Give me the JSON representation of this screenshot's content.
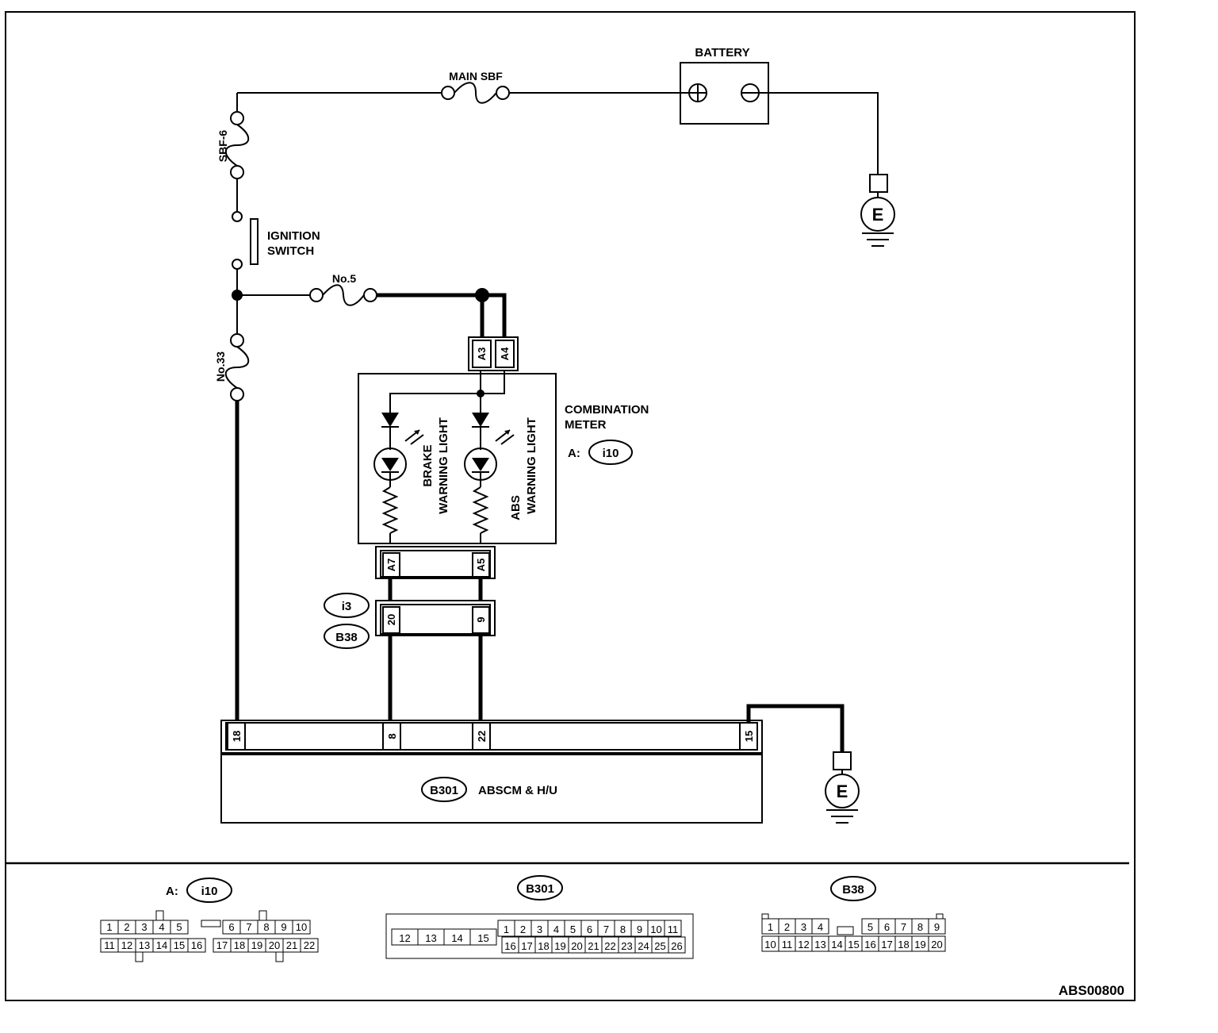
{
  "labels": {
    "battery": "BATTERY",
    "main_sbf": "MAIN SBF",
    "sbf6": "SBF-6",
    "ignition_switch_line1": "IGNITION",
    "ignition_switch_line2": "SWITCH",
    "fuse_no5": "No.5",
    "fuse_no33": "No.33",
    "combination_meter_line1": "COMBINATION",
    "combination_meter_line2": "METER",
    "combination_meter_prefix": "A:",
    "brake_light_line1": "BRAKE",
    "brake_light_line2": "WARNING LIGHT",
    "abs_light_line1": "ABS",
    "abs_light_line2": "WARNING LIGHT",
    "ground": "E",
    "abscm": "ABSCM & H/U",
    "figure_code": "ABS00800"
  },
  "connector_ids": {
    "i10": "i10",
    "i3": "i3",
    "b38": "B38",
    "b301": "B301"
  },
  "pins": {
    "meter_top": [
      "A3",
      "A4"
    ],
    "meter_bottom": [
      "A7",
      "A5"
    ],
    "b38_pair": [
      "20",
      "9"
    ],
    "abscm": [
      "18",
      "8",
      "22",
      "15"
    ]
  },
  "connector_views": {
    "i10": {
      "prefix": "A:",
      "title": "i10",
      "row1": [
        "1",
        "2",
        "3",
        "4",
        "5",
        "",
        "",
        "6",
        "7",
        "8",
        "9",
        "10"
      ],
      "row2": [
        "11",
        "12",
        "13",
        "14",
        "15",
        "16",
        "",
        "17",
        "18",
        "19",
        "20",
        "21",
        "22"
      ]
    },
    "b301": {
      "title": "B301",
      "left": [
        "12",
        "13",
        "14",
        "15"
      ],
      "row1": [
        "1",
        "2",
        "3",
        "4",
        "5",
        "6",
        "7",
        "8",
        "9",
        "10",
        "11"
      ],
      "row2": [
        "16",
        "17",
        "18",
        "19",
        "20",
        "21",
        "22",
        "23",
        "24",
        "25",
        "26"
      ]
    },
    "b38": {
      "title": "B38",
      "row1": [
        "1",
        "2",
        "3",
        "4",
        "",
        "5",
        "6",
        "7",
        "8",
        "9"
      ],
      "row2": [
        "10",
        "11",
        "12",
        "13",
        "14",
        "15",
        "16",
        "17",
        "18",
        "19",
        "20"
      ]
    }
  }
}
